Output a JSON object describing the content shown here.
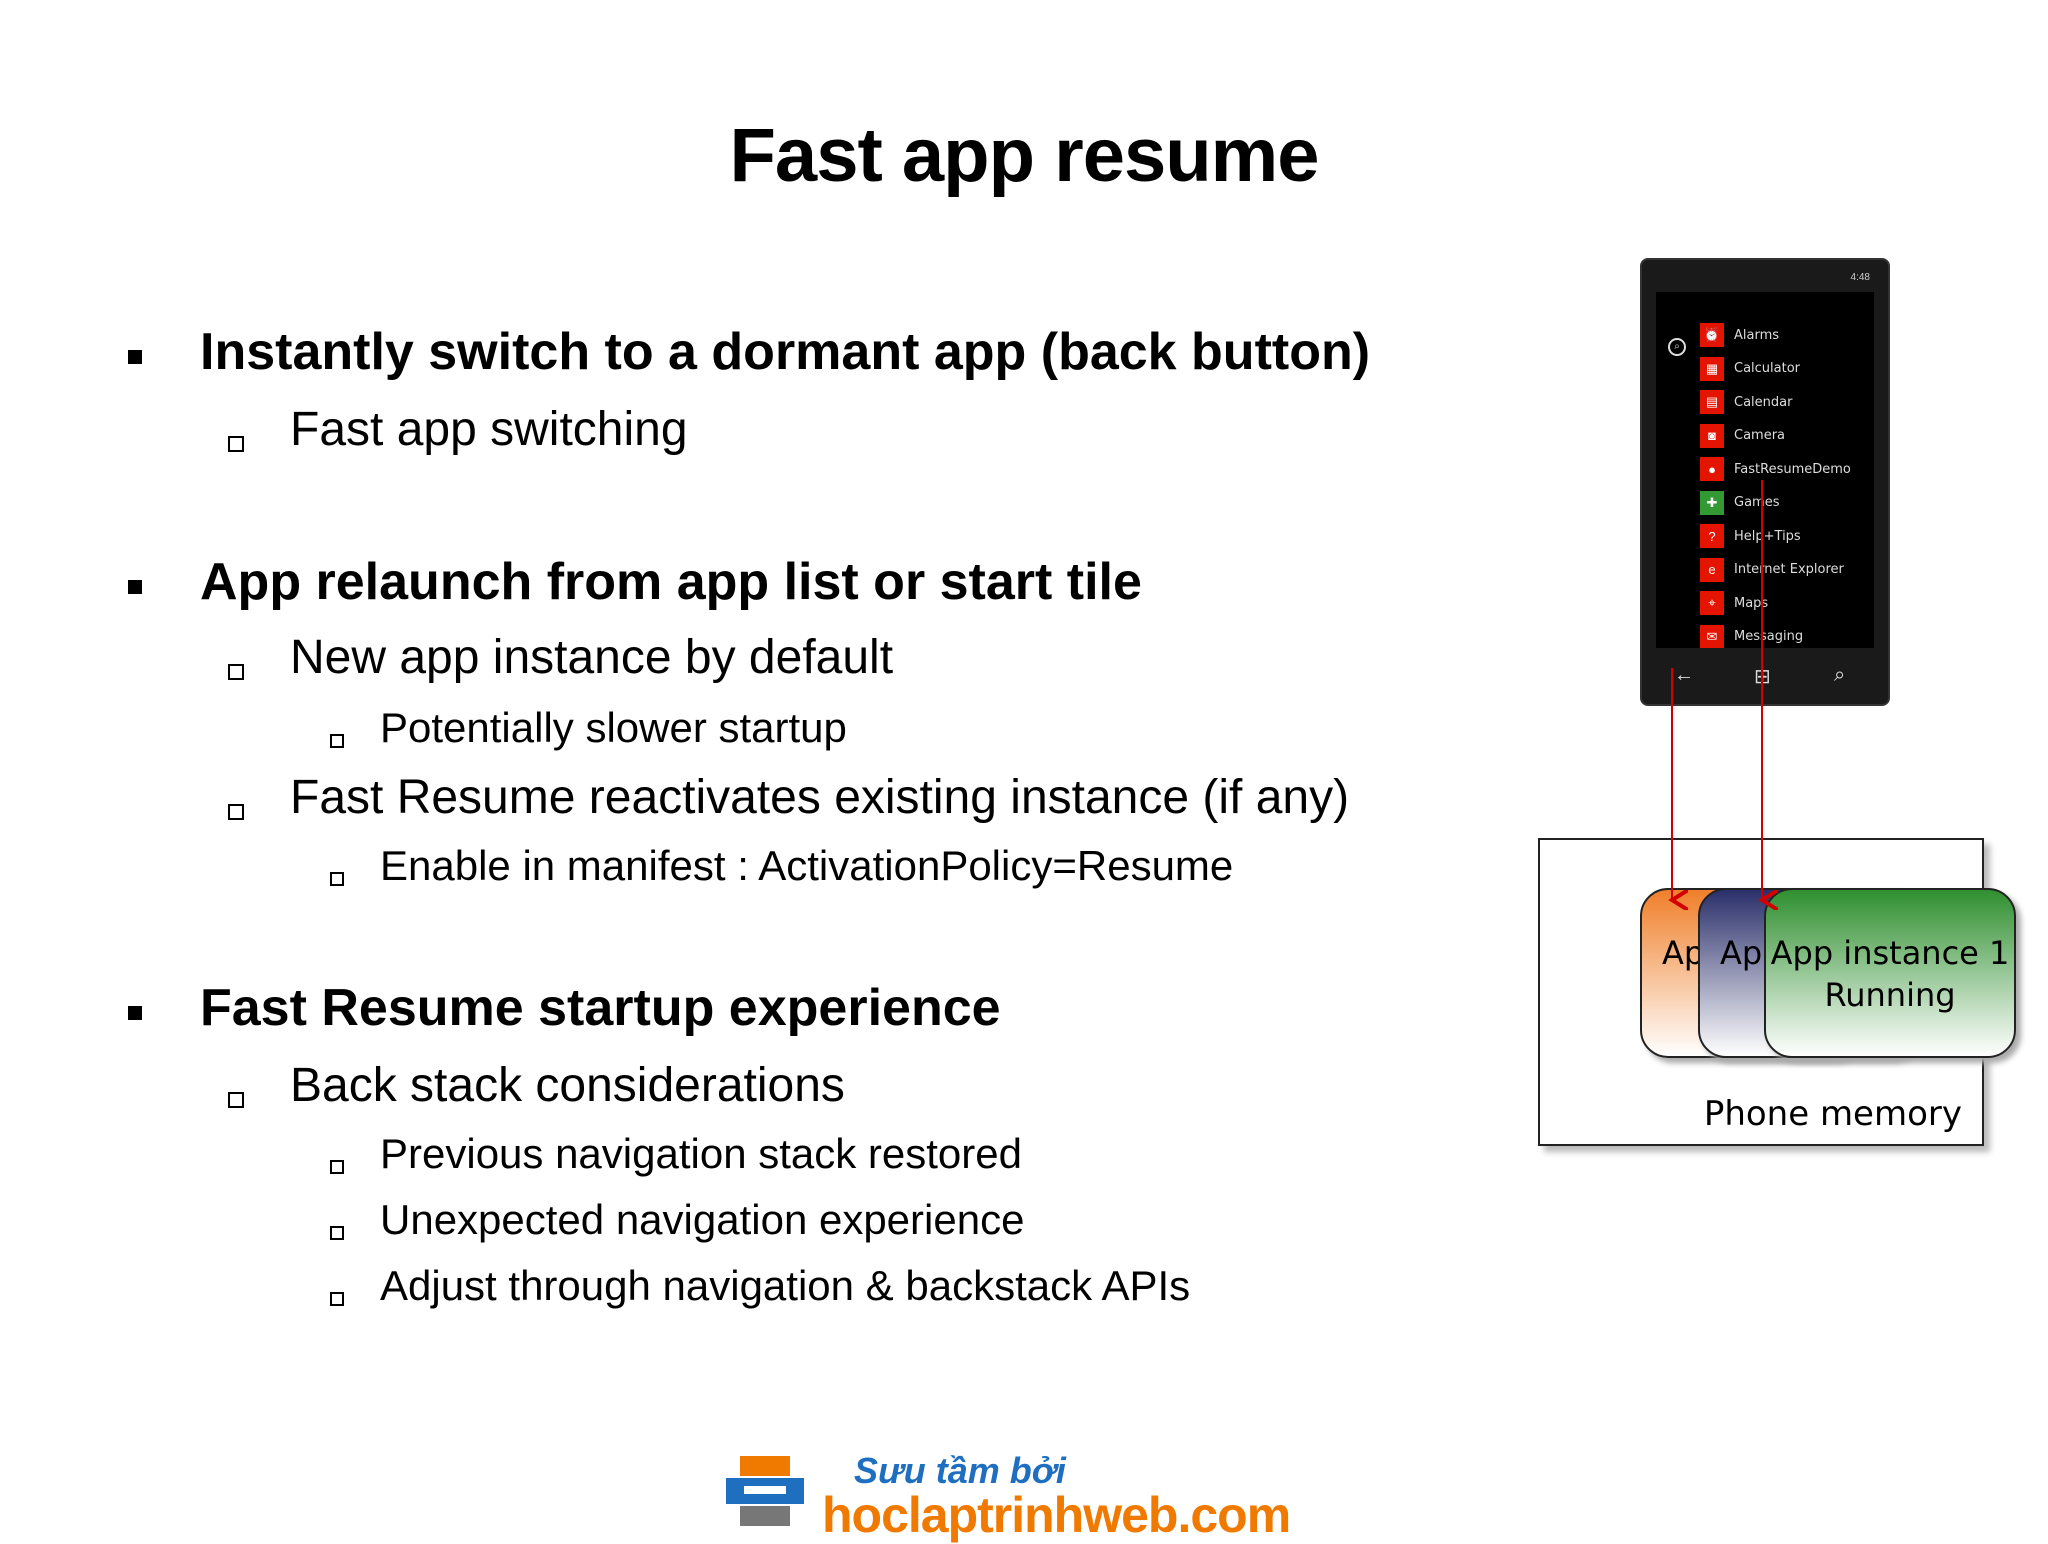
{
  "title": "Fast app resume",
  "bullets": [
    {
      "level": 1,
      "text": "Instantly switch to a dormant app (back button)"
    },
    {
      "level": 2,
      "text": "Fast app switching"
    },
    {
      "level": 1,
      "text": "App relaunch from app list or start tile"
    },
    {
      "level": 2,
      "text": "New app instance by default"
    },
    {
      "level": 3,
      "text": "Potentially slower startup"
    },
    {
      "level": 2,
      "text": "Fast Resume reactivates existing instance (if any)"
    },
    {
      "level": 3,
      "text": "Enable in manifest : ActivationPolicy=Resume"
    },
    {
      "level": 1,
      "text": "Fast Resume startup experience"
    },
    {
      "level": 2,
      "text": "Back stack considerations"
    },
    {
      "level": 3,
      "text": "Previous navigation stack restored"
    },
    {
      "level": 3,
      "text": "Unexpected navigation experience"
    },
    {
      "level": 3,
      "text": "Adjust through navigation & backstack APIs"
    }
  ],
  "phone": {
    "status": "4:48",
    "apps": [
      {
        "name": "Alarms",
        "icon": "alarm-icon",
        "glyph": "⏰"
      },
      {
        "name": "Calculator",
        "icon": "calculator-icon",
        "glyph": "▦"
      },
      {
        "name": "Calendar",
        "icon": "calendar-icon",
        "glyph": "▤"
      },
      {
        "name": "Camera",
        "icon": "camera-icon",
        "glyph": "◙"
      },
      {
        "name": "FastResumeDemo",
        "icon": "app-icon",
        "glyph": "●"
      },
      {
        "name": "Games",
        "icon": "gamepad-icon",
        "glyph": "✚"
      },
      {
        "name": "Help+Tips",
        "icon": "help-icon",
        "glyph": "?"
      },
      {
        "name": "Internet Explorer",
        "icon": "ie-icon",
        "glyph": "e"
      },
      {
        "name": "Maps",
        "icon": "maps-icon",
        "glyph": "⌖"
      },
      {
        "name": "Messaging",
        "icon": "messaging-icon",
        "glyph": "✉"
      }
    ]
  },
  "diagram": {
    "cards": [
      "Ap",
      "App",
      "App instance 1",
      "Running"
    ],
    "memory_label": "Phone memory",
    "arrow_color": "#d40000"
  },
  "logo": {
    "top": "Sưu tầm bởi",
    "main": "hoclaptrinhweb.com"
  }
}
